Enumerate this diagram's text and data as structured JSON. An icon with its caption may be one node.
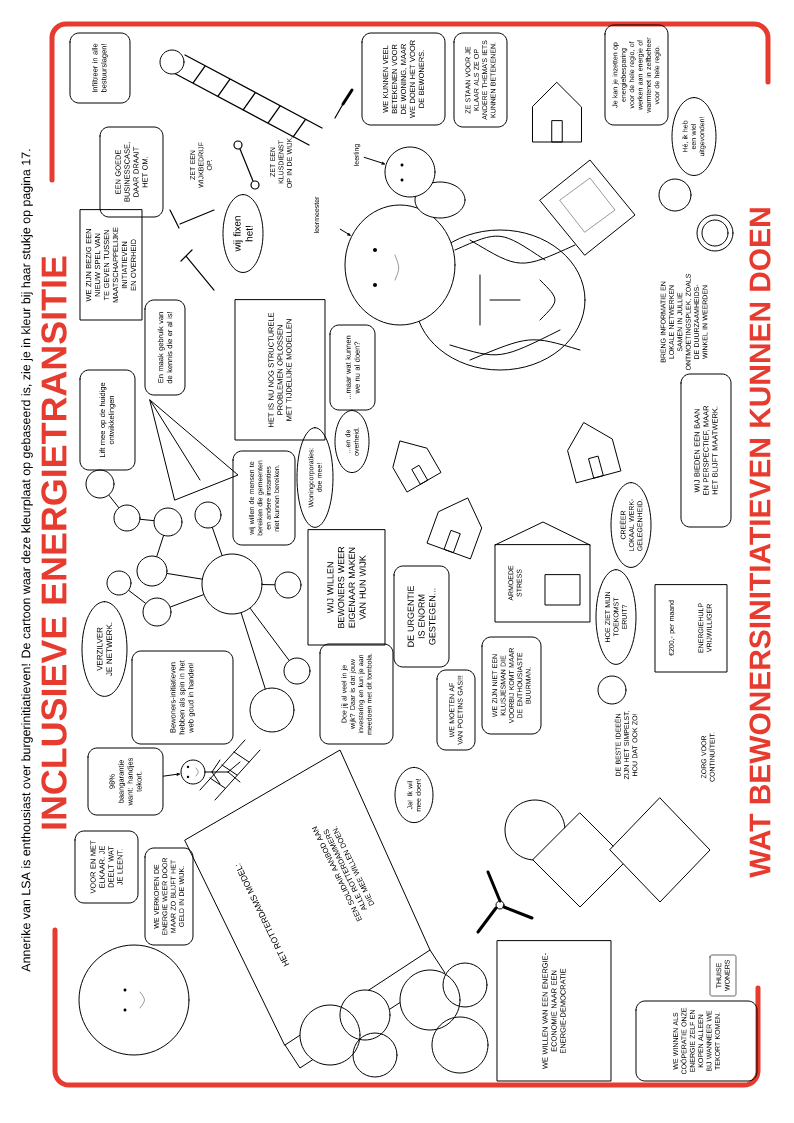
{
  "diagram": {
    "title": "INCLUSIEVE ENERGIETRANSITIE",
    "caption": "Annerike van LSA is enthousiast over burgerinitiatieven! De cartoon waar deze kleurplaat op gebaseerd is, zie je in kleur bij haar stukje op pagina 17.",
    "nodes": [
      {
        "text": [
          "Infiltreer in alle bestuurslagen!"
        ]
      },
      {
        "text": [
          "EEN GOEDE BUSINESSCASE, DAAR DRAAIT HET OM."
        ]
      },
      {
        "text": [
          "wij fixen het!"
        ]
      },
      {
        "text": [
          "WE ZIJN BEZIG EEN NIEUW SPEL VAN TE GEVEN TUSSEN MAATSCHAPPELIJKE INITIATIEVEN EN OVERHEID"
        ]
      },
      {
        "text": [
          "En maak gebruik van de kennis die er al is!"
        ]
      },
      {
        "text": [
          "Lift mee op de huidige ontwikkelingen"
        ]
      },
      {
        "text": [
          "HET IS NU NOG STRUCTURELE PROBLEMEN OPLOSSEN MET TIJDELIJKE MODELLEN"
        ]
      },
      {
        "text": [
          "...maar wat kunnen we nu al doen?"
        ]
      },
      {
        "text": [
          "...en de overheid."
        ]
      },
      {
        "text": [
          "Woningcorporaties: doe mee!"
        ]
      },
      {
        "text": [
          "wij willen de mensen te bereiken die gemeenten en andere instanties niet kunnen bereiken."
        ]
      },
      {
        "text": [
          "WIJ WILLEN BEWONERS WEER EIGENAAR MAKEN VAN HUN WIJK"
        ]
      },
      {
        "text": [
          "VERZILVER JE NETWERK."
        ]
      },
      {
        "text": [
          "Bewoners-initiatieven hebben als spin in het web goud in handen!"
        ]
      },
      {
        "text": [
          "Doe jij al veel in je wijk? Daar is dat jouw investering en kun je aan meedoen met dit tombola."
        ]
      },
      {
        "text": [
          "DE URGENTIE IS ENORM GESTEGEN..."
        ]
      },
      {
        "text": [
          "WE MOETEN AF VAN POETINS GAS!!!"
        ]
      },
      {
        "text": [
          "WE ZIJN NIET EEN KLUSJESMAN DIE VOORBIJ KOMT MAAR DE ENTHOUSIASTE BUURMAN."
        ]
      },
      {
        "text": [
          "HOE ZIET MIJN TOEKOMST ERUIT?"
        ]
      },
      {
        "text": [
          "CREËER LOKAAL WERK-GELEGENHEID."
        ]
      },
      {
        "text": [
          "WIJ BIEDEN EEN BAAN EN PERSPECTIEF, MAAR HET BLIJFT MAATWERK."
        ]
      },
      {
        "text": [
          "Je kan je inzetten op energiebesparing voor de hele regio, of werken aan energie of warmtenet in zelfbeheer voor de hele regio."
        ]
      },
      {
        "text": [
          "Hé, ik heb een wiel uitgevonden!"
        ]
      },
      {
        "text": [
          "WE KUNNEN VEEL BETEKENEN VOOR DE WONING, MAAR WE DOEN HET VOOR DE BEWONERS."
        ]
      },
      {
        "text": [
          "ZE STAAN VOOR JE KLAAR ALS ZE OP ANDERE THEMA'S IETS KUNNEN BETEKENEN."
        ]
      },
      {
        "text": [
          "leermeester"
        ]
      },
      {
        "text": [
          "leerling"
        ]
      },
      {
        "text": [
          "98% baangarantie want: handjes tekort."
        ]
      },
      {
        "text": [
          "VOOR EN MET ELKAAR. JE DEELT WAT JE LEENT."
        ]
      },
      {
        "text": [
          "WE VERKOPEN DE ENERGIE WEER DOOR MAAR ZO BLIJFT HET GELD IN DE WIJK."
        ]
      },
      {
        "text": [
          "Ja! Ik wil mee doen!"
        ]
      },
      {
        "text": [
          "WE WILLEN VAN EEN ENERGIE-ECONOMIE NAAR EEN ENERGIE-DEMOCRATIE"
        ]
      },
      {
        "text": [
          "WE WINNEN ALS COÖPERATIE ONZE ENERGIE ZELF EN KOPEN ALLEEN BIJ WANNEER WE TEKORT KOMEN."
        ]
      },
      {
        "text": [
          "THUISE WONERS"
        ]
      },
      {
        "text": [],
        "shape": "circle"
      },
      {
        "text": [],
        "shape": "circle"
      },
      {
        "text": [],
        "shape": "circle"
      },
      {
        "text": [],
        "shape": "circle"
      },
      {
        "text": [],
        "shape": "circle"
      },
      {
        "text": [],
        "shape": "circle"
      },
      {
        "text": [],
        "shape": "circle"
      },
      {
        "text": [],
        "shape": "circle"
      },
      {
        "text": [],
        "shape": "circle"
      },
      {
        "text": [],
        "shape": "circle"
      },
      {
        "text": [],
        "shape": "circle"
      },
      {
        "text": [],
        "shape": "picture"
      },
      {
        "text": [],
        "shape": "picture"
      },
      {
        "text": [],
        "shape": "picture"
      }
    ],
    "edges": [
      {
        "from": 25,
        "to": 45,
        "arrow": "to"
      },
      {
        "from": 26,
        "to": 46,
        "arrow": "to"
      },
      {
        "from": 27,
        "to": 47,
        "arrow": "to"
      },
      {
        "from": 34,
        "to": 35,
        "arrow": "none"
      },
      {
        "from": 35,
        "to": 36,
        "arrow": "none"
      },
      {
        "from": 36,
        "to": 38,
        "arrow": "none"
      },
      {
        "from": 38,
        "to": 41,
        "arrow": "none"
      },
      {
        "from": 39,
        "to": 40,
        "arrow": "none"
      },
      {
        "from": 40,
        "to": 41,
        "arrow": "none"
      },
      {
        "from": 37,
        "to": 41,
        "arrow": "none"
      },
      {
        "from": 41,
        "to": 42,
        "arrow": "none"
      },
      {
        "from": 41,
        "to": 43,
        "arrow": "none"
      },
      {
        "from": 41,
        "to": 44,
        "arrow": "none"
      }
    ],
    "labels": [
      "WAT BEWONERSINITIATIEVEN KUNNEN DOEN",
      "ZET EEN WIJKBEDRIJF OP.",
      "ZET EEN KLUSDIENST OP IN DE WIJK.",
      "BRENG INFORMATIE EN LOKALE NETWERKEN SAMEN IN JULLIE ONTMOETINGSPLEK, ZOALS DE DUURZAAMHEIDS-WINKEL IN WEERDEN",
      "ARMOEDE STRESS",
      "€200,- per maand",
      "ENERGIEHULP VRIJWILLIGER",
      "HET ROTTERDAMS MODEL:",
      "EEN SOLIDAIR AANBOD AAN ALLE ROTTERDAMMERS DIE MEE WILLEN DOEN.",
      "DE BESTE IDEEËN ZIJN HET SIMPELST, HOU DAT OOK ZO!",
      "ZORG VOOR CONTINUÏTEIT."
    ]
  }
}
